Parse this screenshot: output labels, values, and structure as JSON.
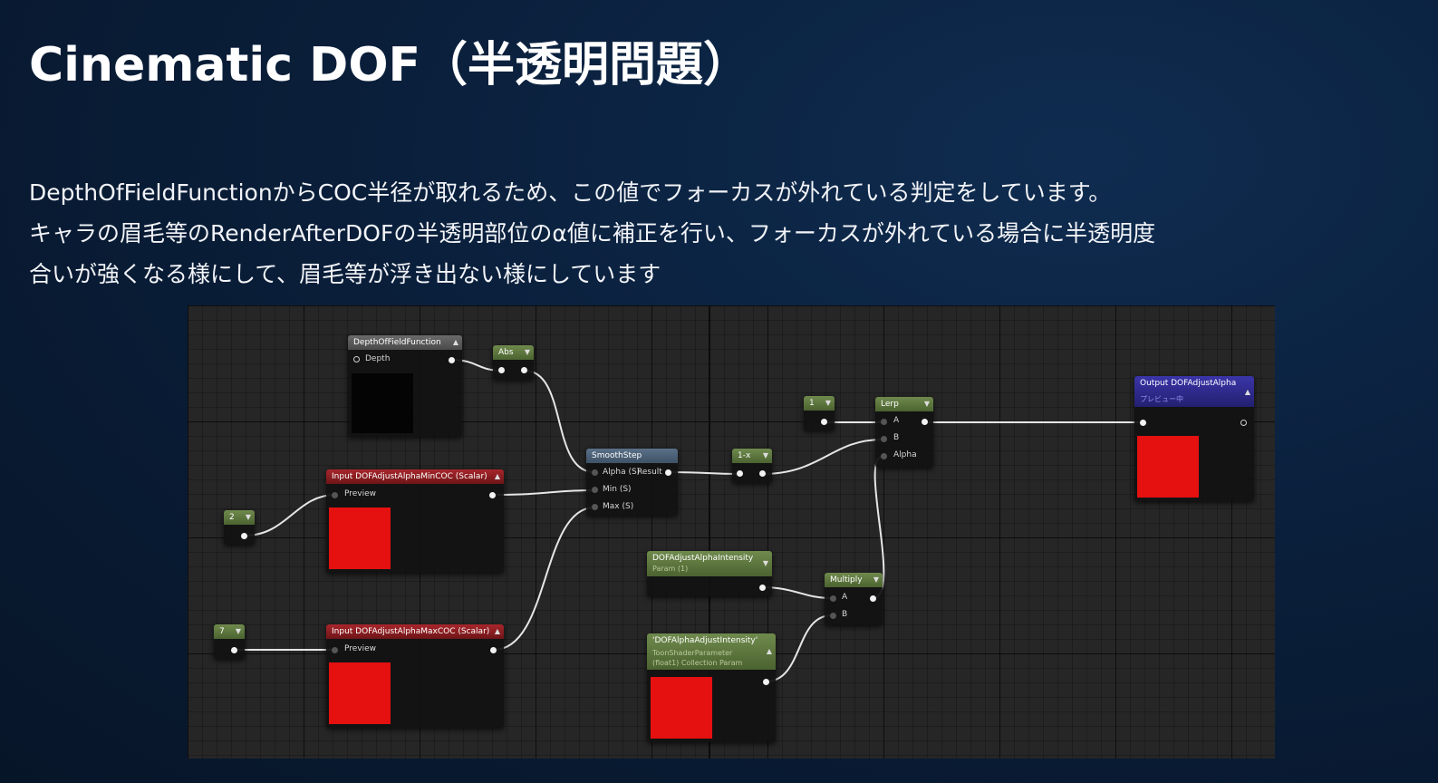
{
  "slide": {
    "title": "Cinematic DOF（半透明問題）",
    "description": [
      "DepthOfFieldFunctionからCOC半径が取れるため、この値でフォーカスが外れている判定をしています。",
      "キャラの眉毛等のRenderAfterDOFの半透明部位のα値に補正を行い、フォーカスが外れている場合に半透明度",
      "合いが強くなる様にして、眉毛等が浮き出ない様にしています"
    ]
  },
  "graph": {
    "nodes": {
      "depth_of_field": {
        "title": "DepthOfFieldFunction",
        "pin": "Depth",
        "arrow": "▲"
      },
      "abs": {
        "title": "Abs",
        "arrow": "▼"
      },
      "smoothstep": {
        "title": "SmoothStep",
        "pins": [
          "Alpha (S)",
          "Result",
          "Min (S)",
          "Max (S)"
        ]
      },
      "one_minus_x": {
        "title": "1-x",
        "arrow": "▼"
      },
      "const_1": {
        "title": "1",
        "arrow": "▼"
      },
      "lerp": {
        "title": "Lerp",
        "arrow": "▼",
        "pins": [
          "A",
          "B",
          "Alpha"
        ]
      },
      "output": {
        "title": "Output DOFAdjustAlpha",
        "subtitle": "プレビュー中",
        "arrow": "▲"
      },
      "min_coc": {
        "title": "Input DOFAdjustAlphaMinCOC (Scalar)",
        "pin": "Preview",
        "arrow": "▲"
      },
      "max_coc": {
        "title": "Input DOFAdjustAlphaMaxCOC (Scalar)",
        "pin": "Preview",
        "arrow": "▲"
      },
      "const_2": {
        "title": "2",
        "arrow": "▼"
      },
      "const_7": {
        "title": "7",
        "arrow": "▼"
      },
      "intensity_param": {
        "title": "DOFAdjustAlphaIntensity",
        "subtitle": "Param (1)",
        "arrow": "▼"
      },
      "multiply": {
        "title": "Multiply",
        "arrow": "▼",
        "pins": [
          "A",
          "B"
        ]
      },
      "collection_param": {
        "title": "'DOFAlphaAdjustIntensity'",
        "subtitle1": "ToonShaderParameter",
        "subtitle2": "(float1) Collection Param",
        "arrow": "▲"
      }
    },
    "colors": {
      "swatch_red": "#e51010",
      "header_red": "#a8262b",
      "header_green": "#6f8a4d",
      "header_blue": "#5a7088",
      "header_violet": "#3a35a8",
      "header_gray": "#6a6a6a"
    }
  }
}
